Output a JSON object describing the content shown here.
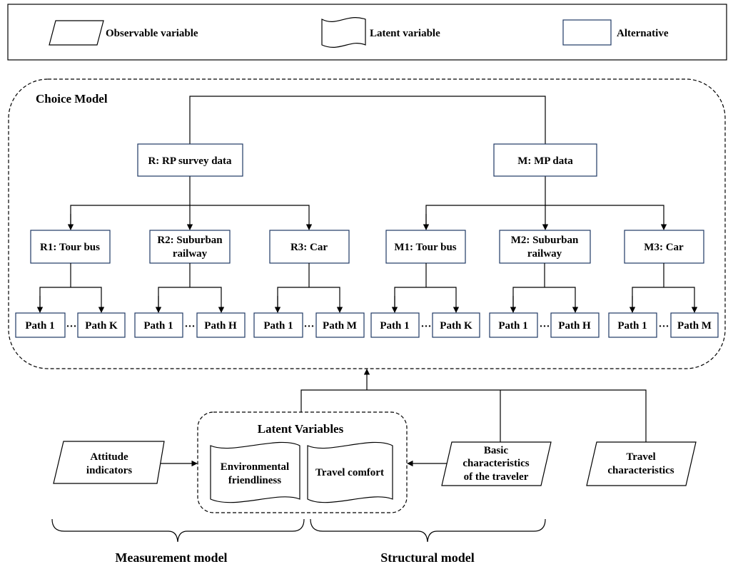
{
  "legend": {
    "observable": "Observable variable",
    "latent": "Latent variable",
    "alternative": "Alternative"
  },
  "choice_model": {
    "title": "Choice Model",
    "r_root": "R: RP survey data",
    "m_root": "M: MP data",
    "r1": "R1: Tour bus",
    "r2_line1": "R2: Suburban",
    "r2_line2": "railway",
    "r3": "R3: Car",
    "m1": "M1: Tour bus",
    "m2_line1": "M2: Suburban",
    "m2_line2": "railway",
    "m3": "M3: Car",
    "path1": "Path 1",
    "ellipsis": "···",
    "r1_last": "Path K",
    "r2_last": "Path H",
    "r3_last": "Path M",
    "m1_last": "Path K",
    "m2_last": "Path H",
    "m3_last": "Path M"
  },
  "latent": {
    "title": "Latent Variables",
    "env_line1": "Environmental",
    "env_line2": "friendliness",
    "comfort": "Travel comfort"
  },
  "attitude": {
    "line1": "Attitude",
    "line2": "indicators"
  },
  "basic": {
    "line1": "Basic",
    "line2": "characteristics",
    "line3": "of the traveler"
  },
  "travel": {
    "line1": "Travel",
    "line2": "characteristics"
  },
  "models": {
    "measurement": "Measurement model",
    "structural": "Structural model"
  }
}
